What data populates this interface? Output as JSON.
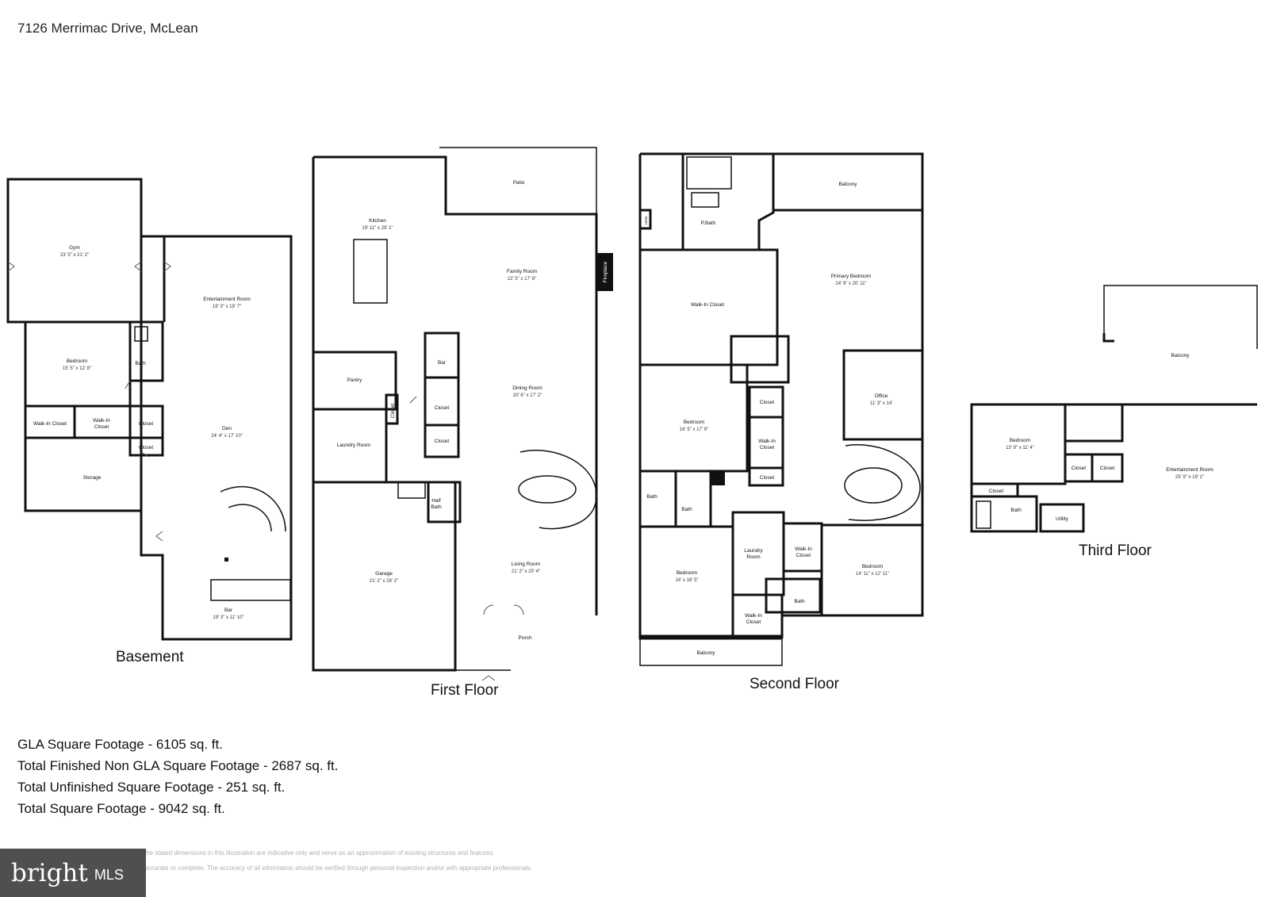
{
  "header": {
    "title": "7126 Merrimac Drive, McLean"
  },
  "floors": {
    "basement": "Basement",
    "first": "First Floor",
    "second": "Second Floor",
    "third": "Third Floor"
  },
  "rooms": {
    "basement": {
      "gym": {
        "name": "Gym",
        "dim": "23' 5\" x 21' 2\""
      },
      "entertainment": {
        "name": "Entertainment Room",
        "dim": "19' 3\" x 19' 7\""
      },
      "bedroom": {
        "name": "Bedroom",
        "dim": "15' 5\" x 12' 8\""
      },
      "bath": {
        "name": "Bath"
      },
      "walkin1": {
        "name": "Walk-In Closet"
      },
      "walkin2a": {
        "name": "Walk-In"
      },
      "walkin2b": {
        "name": "Closet"
      },
      "closet1": {
        "name": "Closet"
      },
      "closet2": {
        "name": "Closet"
      },
      "den": {
        "name": "Den",
        "dim": "24' 4\" x 17' 10\""
      },
      "storage": {
        "name": "Storage"
      },
      "bar": {
        "name": "Bar",
        "dim": "19' 3\" x 11' 10\""
      }
    },
    "first": {
      "patio": {
        "name": "Patio"
      },
      "kitchen": {
        "name": "Kitchen",
        "dim": "19' 11\" x 29' 1\""
      },
      "family": {
        "name": "Family Room",
        "dim": "22' 5\" x 17' 8\""
      },
      "fireplace": {
        "name": "Fireplace"
      },
      "bar": {
        "name": "Bar"
      },
      "pantry": {
        "name": "Pantry"
      },
      "dining": {
        "name": "Dining Room",
        "dim": "20' 6\" x 17' 2\""
      },
      "closetA": {
        "name": "Closet"
      },
      "closetB": {
        "name": "Closet"
      },
      "closetC": {
        "name": "Closet"
      },
      "laundry": {
        "name": "Laundry Room"
      },
      "halfbath1": {
        "name": "Half"
      },
      "halfbath2": {
        "name": "Bath"
      },
      "garage": {
        "name": "Garage",
        "dim": "21' 2\" x 28' 2\""
      },
      "living": {
        "name": "Living Room",
        "dim": "21' 2\" x 25' 4\""
      },
      "porch": {
        "name": "Porch"
      }
    },
    "second": {
      "pbath": {
        "name": "P.Bath"
      },
      "linen": {
        "name": "Linen"
      },
      "balcony1": {
        "name": "Balcony"
      },
      "primary": {
        "name": "Primary Bedroom",
        "dim": "24' 9\" x 20' 11\""
      },
      "walkin": {
        "name": "Walk-In Closet"
      },
      "closet1": {
        "name": "Closet"
      },
      "office": {
        "name": "Office",
        "dim": "11' 3\" x 14'"
      },
      "bedroom1": {
        "name": "Bedroom",
        "dim": "16' 5\" x 17' 9\""
      },
      "walkin2a": {
        "name": "Walk-In"
      },
      "walkin2b": {
        "name": "Closet"
      },
      "closet2": {
        "name": "Closet"
      },
      "bath1": {
        "name": "Bath"
      },
      "bath2": {
        "name": "Bath"
      },
      "laundry1": {
        "name": "Laundry"
      },
      "laundry2": {
        "name": "Room"
      },
      "walkin3a": {
        "name": "Walk-In"
      },
      "walkin3b": {
        "name": "Closet"
      },
      "bedroom2": {
        "name": "Bedroom",
        "dim": "14' x 18' 5\""
      },
      "bedroom3": {
        "name": "Bedroom",
        "dim": "14' 11\" x 12' 11\""
      },
      "bath3": {
        "name": "Bath"
      },
      "walkin4a": {
        "name": "Walk-In"
      },
      "walkin4b": {
        "name": "Closet"
      },
      "balcony2": {
        "name": "Balcony"
      }
    },
    "third": {
      "balcony": {
        "name": "Balcony"
      },
      "bedroom": {
        "name": "Bedroom",
        "dim": "13' 9\" x 11' 4\""
      },
      "closet1": {
        "name": "Closet"
      },
      "closet2": {
        "name": "Closet"
      },
      "closet3": {
        "name": "Closet"
      },
      "entertainment": {
        "name": "Entertainment Room",
        "dim": "25' 9\" x 19' 1\""
      },
      "bath": {
        "name": "Bath"
      },
      "utility": {
        "name": "Utility"
      }
    }
  },
  "stats": {
    "gla": "GLA Square Footage - 6105 sq. ft.",
    "nongla": "Total Finished Non GLA Square Footage - 2687 sq. ft.",
    "unfinished": "Total Unfinished Square Footage - 251 sq. ft.",
    "total": "Total Square Footage - 9042 sq. ft."
  },
  "disclaimer": {
    "line1": "the stated dimensions in this illustration are indicative only and serve as an approximation of existing structures and features.",
    "line2": "accurate or complete. The accuracy of all information should be verified through personal inspection and/or with appropriate professionals."
  },
  "brand": {
    "word": "bright",
    "suffix": "MLS",
    "color": "#4f4f4f"
  }
}
